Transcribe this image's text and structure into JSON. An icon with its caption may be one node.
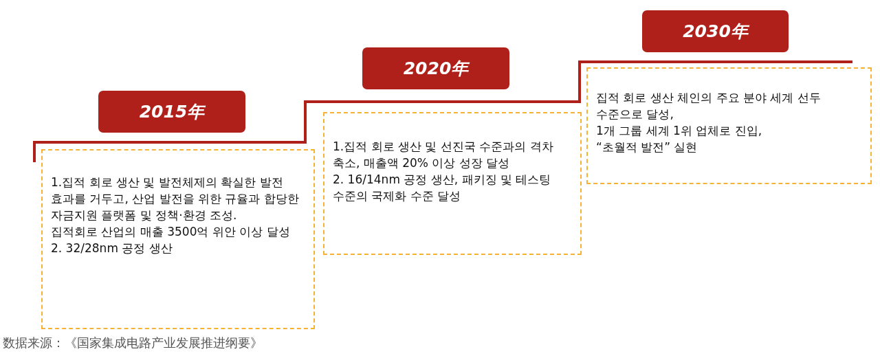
{
  "diagram": {
    "caption": "数据来源：《国家集成电路产业发展推进纲要》",
    "nodes": [
      {
        "text": [
          "2015年"
        ]
      },
      {
        "text": [
          "1.집적 회로 생산 및 발전체제의 확실한 발전 효과를 거두고, 산업 발전을 위한 규율과 합당한 자금지원 플랫폼 및 정책·환경 조성.",
          "집적회로 산업의 매출 3500억 위안 이상 달성",
          "2. 32/28nm 공정 생산"
        ]
      },
      {
        "text": [
          "2020年"
        ]
      },
      {
        "text": [
          "1.집적 회로 생산 및 선진국 수준과의 격차 축소, 매출액 20% 이상 성장 달성",
          "2. 16/14nm 공정 생산, 패키징 및 테스팅 수준의 국제화 수준 달성"
        ]
      },
      {
        "text": [
          "2030年"
        ]
      },
      {
        "text": [
          "집적 회로 생산 체인의 주요 분야 세계 선두 수준으로 달성,",
          "1개 그룹 세계 1위 업체로 진입,",
          "“초월적 발전” 실현"
        ]
      }
    ]
  }
}
